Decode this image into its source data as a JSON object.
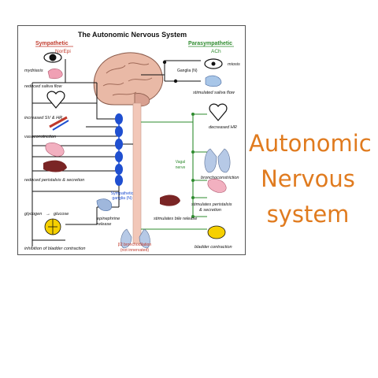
{
  "diagram": {
    "title": "The Autonomic Nervous System",
    "sympathetic": {
      "heading": "Sympathetic",
      "transmitter": "NorEpi",
      "ganglia_label": [
        "Sympathetic",
        "ganglia (N)"
      ]
    },
    "parasympathetic": {
      "heading": "Parasympathetic",
      "transmitter": "ACh",
      "ganglia_label": "Ganglia (N)",
      "vagal_label": [
        "Vagal",
        "nerve"
      ]
    },
    "left_effects": [
      "mydriasis",
      "reduced saliva flow",
      "increased SV & HR",
      "vasoconstriction",
      "reduced peristalsis & secretion",
      "glycogen",
      "glucose",
      "inhibition of bladder contraction"
    ],
    "epinephrine": [
      "epinephrine",
      "release"
    ],
    "beta_note": [
      "β2 bronchodilation",
      "(not innervated)"
    ],
    "right_effects": [
      "miosis",
      "stimulated saliva flow",
      "decreased HR",
      "bronchoconstriction",
      "stimulates peristalsis",
      "& secretion",
      "stimulates bile release",
      "bladder contraction"
    ],
    "colors": {
      "sympathetic": "#c0392b",
      "parasympathetic": "#2e8b2e",
      "ganglion": "#1f4fd0",
      "brain": "#e9b9a6",
      "cord": "#f2c7b8"
    }
  },
  "slide_title": [
    "Autonomic",
    "Nervous",
    "system"
  ]
}
